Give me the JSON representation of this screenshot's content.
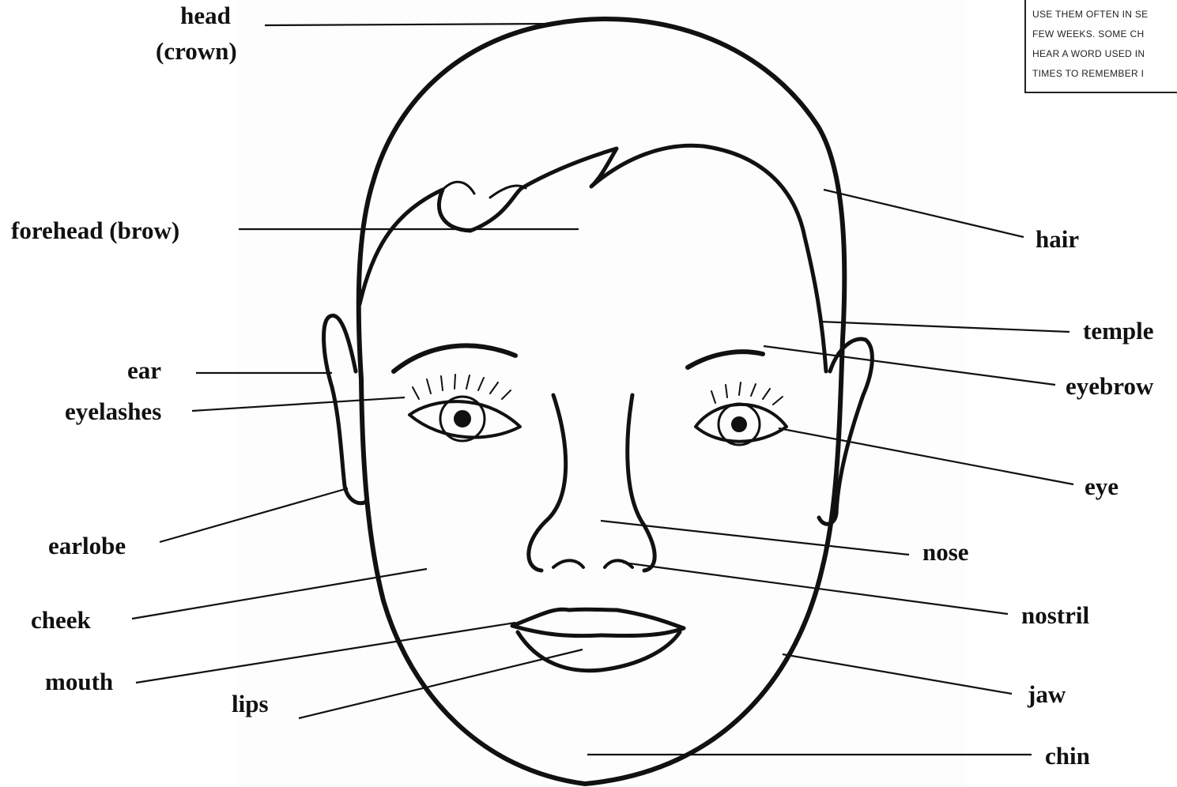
{
  "diagram": {
    "labels": {
      "head": "head",
      "crown": "(crown)",
      "forehead": "forehead (brow)",
      "hair": "hair",
      "temple": "temple",
      "ear": "ear",
      "eyebrow": "eyebrow",
      "eyelashes": "eyelashes",
      "eye": "eye",
      "earlobe": "earlobe",
      "nose": "nose",
      "cheek": "cheek",
      "nostril": "nostril",
      "mouth": "mouth",
      "jaw": "jaw",
      "lips": "lips",
      "chin": "chin"
    },
    "note": {
      "lines": [
        "USE THEM OFTEN IN SE",
        "FEW WEEKS. SOME CH",
        "HEAR A WORD USED IN",
        "TIMES  TO REMEMBER I"
      ]
    },
    "colors": {
      "ink": "#111111",
      "paper": "#fdfdfd"
    }
  }
}
